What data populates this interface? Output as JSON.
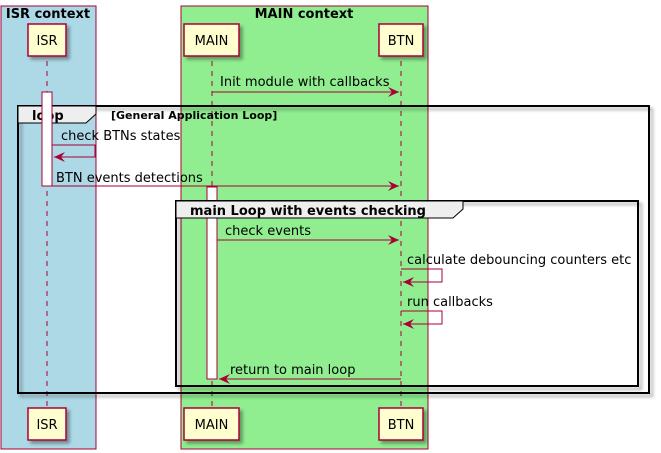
{
  "colors": {
    "isr_box": "#ADD8E6",
    "main_box": "#90EE90",
    "box_border": "#A80036",
    "participant_fill": "#FEFECE",
    "participant_border": "#A80036",
    "arrow": "#A80036",
    "fragment_border": "#000000",
    "fragment_label_fill": "#EEEEEE"
  },
  "boxes": {
    "isr": {
      "title": "ISR context"
    },
    "main": {
      "title": "MAIN context"
    }
  },
  "participants": {
    "isr": "ISR",
    "main": "MAIN",
    "btn": "BTN"
  },
  "fragments": {
    "outer": {
      "keyword": "loop",
      "condition": "[General Application Loop]"
    },
    "inner": {
      "keyword": "group",
      "title": "main Loop with events checking"
    }
  },
  "messages": {
    "m1": "Init module with callbacks",
    "m2": "check BTNs states",
    "m3": "BTN events detections",
    "m4": "check events",
    "m5": "calculate debouncing counters etc",
    "m6": "run callbacks",
    "m7": "return to main loop"
  }
}
